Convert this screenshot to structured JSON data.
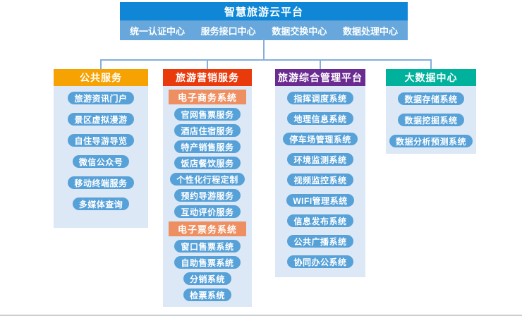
{
  "top": {
    "title": "智慧旅游云平台",
    "centers": [
      "统一认证中心",
      "服务接口中心",
      "数据交换中心",
      "数据处理中心"
    ]
  },
  "columns": [
    {
      "id": "public-services",
      "title": "公共服务",
      "color": "#f6a202",
      "items": [
        {
          "type": "pill",
          "label": "旅游资讯门户"
        },
        {
          "type": "pill",
          "label": "景区虚拟漫游"
        },
        {
          "type": "pill",
          "label": "自住导游导览"
        },
        {
          "type": "pill",
          "label": "微信公众号"
        },
        {
          "type": "pill",
          "label": "移动终端服务"
        },
        {
          "type": "pill",
          "label": "多媒体查询"
        }
      ]
    },
    {
      "id": "tourism-marketing-services",
      "title": "旅游营销服务",
      "color": "#e93a0c",
      "items": [
        {
          "type": "group",
          "label": "电子商务系统"
        },
        {
          "type": "pill",
          "label": "官网售票服务"
        },
        {
          "type": "pill",
          "label": "酒店住宿服务"
        },
        {
          "type": "pill",
          "label": "特产销售服务"
        },
        {
          "type": "pill",
          "label": "饭店餐饮服务"
        },
        {
          "type": "pill",
          "label": "个性化行程定制"
        },
        {
          "type": "pill",
          "label": "预约导游服务"
        },
        {
          "type": "pill",
          "label": "互动评价服务"
        },
        {
          "type": "group",
          "label": "电子票务系统"
        },
        {
          "type": "pill",
          "label": "窗口售票系统"
        },
        {
          "type": "pill",
          "label": "自助售票系统"
        },
        {
          "type": "pill",
          "label": "分销系统"
        },
        {
          "type": "pill",
          "label": "检票系统"
        }
      ]
    },
    {
      "id": "tourism-management-platform",
      "title": "旅游综合管理平台",
      "color": "#6b2c91",
      "items": [
        {
          "type": "pill",
          "label": "指挥调度系统"
        },
        {
          "type": "pill",
          "label": "地理信息系统"
        },
        {
          "type": "pill",
          "label": "停车场管理系统"
        },
        {
          "type": "pill",
          "label": "环境监测系统"
        },
        {
          "type": "pill",
          "label": "视频监控系统"
        },
        {
          "type": "pill",
          "label": "WIFI管理系统"
        },
        {
          "type": "pill",
          "label": "信息发布系统"
        },
        {
          "type": "pill",
          "label": "公共广播系统"
        },
        {
          "type": "pill",
          "label": "协同办公系统"
        }
      ]
    },
    {
      "id": "big-data-center",
      "title": "大数据中心",
      "color": "#00b19c",
      "items": [
        {
          "type": "pill",
          "label": "数据存储系统"
        },
        {
          "type": "pill",
          "label": "数据挖掘系统"
        },
        {
          "type": "pill",
          "label": "数据分析预测系统"
        }
      ]
    }
  ],
  "colors": {
    "title_bar": "#0f87d6",
    "sub_bar": "#67a7db",
    "pill": "#57a1d9",
    "panel": "#dce8f5",
    "group_header": "#ee8f62",
    "connector": "#84aedd"
  }
}
